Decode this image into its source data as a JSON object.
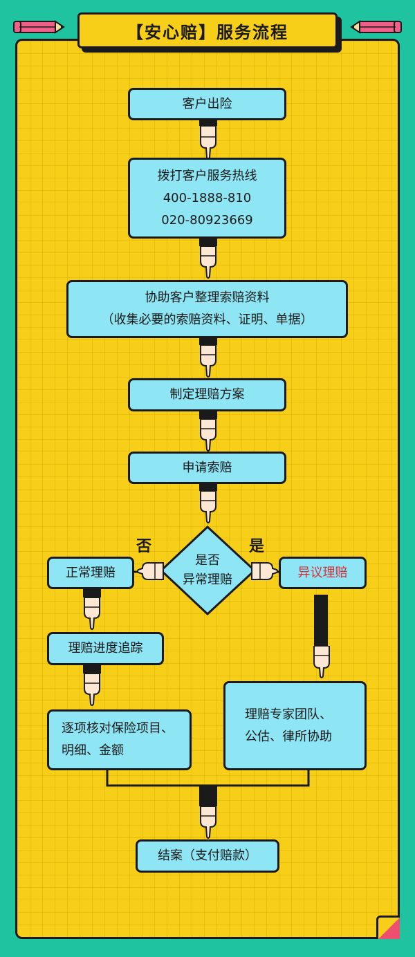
{
  "title": "【安心赔】服务流程",
  "steps": {
    "report": "客户出险",
    "hotline": {
      "label": "拨打客户服务热线",
      "phone1": "400-1888-810",
      "phone2": "020-80923669"
    },
    "assist": {
      "line1": "协助客户整理索赔资料",
      "line2": "（收集必要的索赔资料、证明、单据）"
    },
    "plan": "制定理赔方案",
    "apply": "申请索赔",
    "decision": {
      "line1": "是否",
      "line2": "异常理赔"
    },
    "no_label": "否",
    "yes_label": "是",
    "normal": "正常理赔",
    "abnormal": "异议理赔",
    "tracking": "理赔进度追踪",
    "verify": {
      "line1": "逐项核对保险项目、",
      "line2": "明细、金额"
    },
    "experts": {
      "line1": "理赔专家团队、",
      "line2": "公估、律所协助"
    },
    "close": "结案（支付赔款）"
  },
  "colors": {
    "background": "#1fc3a0",
    "board": "#f7cf19",
    "box": "#8ee6f5",
    "accent_red": "#d8303a"
  }
}
